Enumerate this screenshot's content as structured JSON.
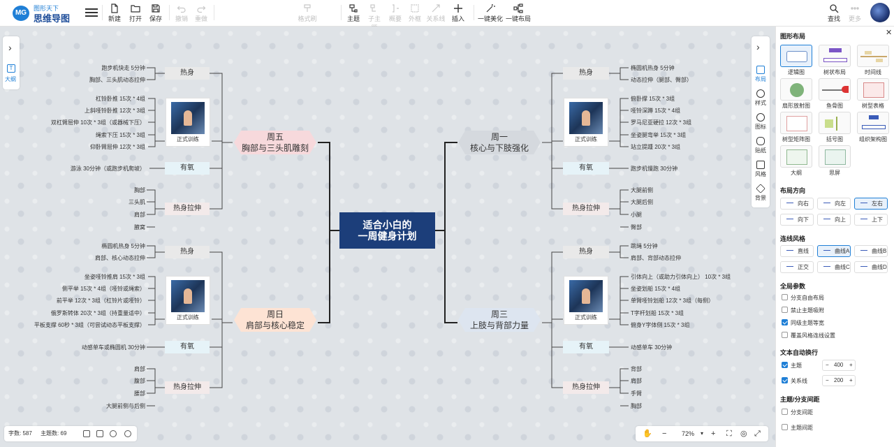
{
  "app": {
    "logo_sub": "图形天下",
    "logo_main": "思维导图",
    "logo_badge": "MG"
  },
  "toolbar": {
    "new": "新建",
    "open": "打开",
    "save": "保存",
    "undo": "撤销",
    "redo": "重做",
    "format_brush": "格式刷",
    "topic": "主题",
    "subtopic": "子主题",
    "summary": "概要",
    "outline": "外框",
    "relation": "关系线",
    "insert": "插入",
    "beautify": "一键美化",
    "layout": "一键布局",
    "find": "查找",
    "more": "更多"
  },
  "mindmap": {
    "center": [
      "适合小白的",
      "一周健身计划"
    ],
    "days": [
      {
        "title": "周五",
        "subtitle": "胸部与三头肌雕刻"
      },
      {
        "title": "周日",
        "subtitle": "肩部与核心稳定"
      },
      {
        "title": "周一",
        "subtitle": "核心与下肢强化"
      },
      {
        "title": "周三",
        "subtitle": "上肢与背部力量"
      }
    ],
    "sub": {
      "warmup": "热身",
      "training": "正式训练",
      "aerobic": "有氧",
      "stretch": "热身拉伸"
    },
    "fri": {
      "warmup": [
        "跑步机快走 5分钟",
        "胸部、三头肌动态拉伸"
      ],
      "training": [
        "杠铃卧推 15次 * 4组",
        "上斜哑铃卧推 12次 * 3组",
        "双杠臂屈伸 10次 * 3组（或器械下压）",
        "绳索下压 15次 * 3组",
        "仰卧臂屈伸 12次 * 3组"
      ],
      "aerobic": [
        "游泳 30分钟（或跑步机爬坡）"
      ],
      "stretch": [
        "胸部",
        "三头肌",
        "肩部",
        "腋窝"
      ]
    },
    "sun": {
      "warmup": [
        "椭圆机热身 5分钟",
        "肩部、核心动态拉伸"
      ],
      "training": [
        "坐姿哑铃推肩 15次 * 3组",
        "侧平举 15次 * 4组（哑铃或绳索）",
        "前平举 12次 * 3组（杠铃片或哑铃）",
        "俄罗斯转体 20次 * 3组（持重量适中）",
        "平板支撑 60秒 * 3组（可尝试动态平板支撑）"
      ],
      "aerobic": [
        "动感单车或椭圆机 30分钟"
      ],
      "stretch": [
        "肩部",
        "腹部",
        "腰部",
        "大腿前侧与后侧"
      ]
    },
    "mon": {
      "warmup": [
        "椭圆机热身 5分钟",
        "动态拉伸（腿部、臀部）"
      ],
      "training": [
        "俯卧撑 15次 * 3组",
        "哑铃深蹲 15次 * 4组",
        "罗马尼亚硬拉 12次 * 3组",
        "坐姿腿弯举 15次 * 3组",
        "站立提踵 20次 * 3组"
      ],
      "aerobic": [
        "跑步机慢跑 30分钟"
      ],
      "stretch": [
        "大腿前侧",
        "大腿后侧",
        "小腿",
        "臀部"
      ]
    },
    "wed": {
      "warmup": [
        "跳绳 5分钟",
        "肩部、背部动态拉伸"
      ],
      "training": [
        "引体向上（或助力引体向上） 10次 * 3组",
        "坐姿划船 15次 * 4组",
        "单臂哑铃划船 12次 * 3组（每侧）",
        "T字杆划船 15次 * 3组",
        "俯身Y字体侧 15次 * 3组"
      ],
      "aerobic": [
        "动感单车 30分钟"
      ],
      "stretch": [
        "背部",
        "肩部",
        "手臂",
        "胸部"
      ]
    }
  },
  "left_panel": {
    "outline": "大纲",
    "outline_icon": "T"
  },
  "right_rail": [
    "布局",
    "样式",
    "图标",
    "贴纸",
    "风格",
    "背景"
  ],
  "status": {
    "words_label": "字数:",
    "words": "587",
    "topics_label": "主题数:",
    "topics": "69"
  },
  "zoom": {
    "value": "72%",
    "minus": "−",
    "plus": "+"
  },
  "panel": {
    "layout_title": "图形布局",
    "layouts": [
      "逻辑图",
      "树状布局",
      "时间线",
      "扇形放射图",
      "鱼骨图",
      "树型表格",
      "树型矩阵图",
      "括号图",
      "组织架构图",
      "大纲",
      "思屏"
    ],
    "direction_title": "布局方向",
    "directions": [
      "向右",
      "向左",
      "左右",
      "向下",
      "向上",
      "上下"
    ],
    "line_title": "连线风格",
    "lines": [
      "直线",
      "曲线A",
      "曲线B",
      "正交",
      "曲线C",
      "曲线D"
    ],
    "global_title": "全局参数",
    "globals": [
      {
        "label": "分支自由布局",
        "checked": false
      },
      {
        "label": "禁止主题吸附",
        "checked": false
      },
      {
        "label": "同级主题等宽",
        "checked": true
      },
      {
        "label": "覆盖风格连线设置",
        "checked": false
      }
    ],
    "wrap_title": "文本自动换行",
    "wraps": [
      {
        "label": "主题",
        "value": "400"
      },
      {
        "label": "关系线",
        "value": "200"
      }
    ],
    "spacing_title": "主题/分支间距",
    "spacings": [
      "分支间距",
      "主题间距"
    ]
  },
  "colors": {
    "accent": "#1f7fd6",
    "center_bg": "#1c3e7a",
    "line": "#222222"
  }
}
